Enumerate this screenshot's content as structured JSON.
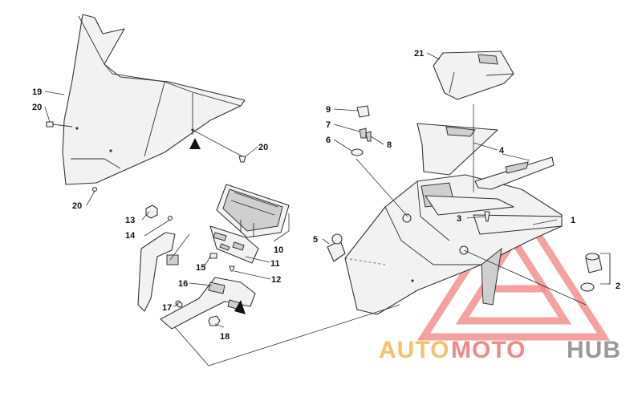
{
  "diagram": {
    "callouts": [
      {
        "id": "c1",
        "label": "1"
      },
      {
        "id": "c2",
        "label": "2"
      },
      {
        "id": "c3",
        "label": "3"
      },
      {
        "id": "c4",
        "label": "4"
      },
      {
        "id": "c5",
        "label": "5"
      },
      {
        "id": "c6",
        "label": "6"
      },
      {
        "id": "c7",
        "label": "7"
      },
      {
        "id": "c8",
        "label": "8"
      },
      {
        "id": "c9",
        "label": "9"
      },
      {
        "id": "c10",
        "label": "10"
      },
      {
        "id": "c11",
        "label": "11"
      },
      {
        "id": "c12",
        "label": "12"
      },
      {
        "id": "c13",
        "label": "13"
      },
      {
        "id": "c14",
        "label": "14"
      },
      {
        "id": "c15",
        "label": "15"
      },
      {
        "id": "c16",
        "label": "16"
      },
      {
        "id": "c17",
        "label": "17"
      },
      {
        "id": "c18",
        "label": "18"
      },
      {
        "id": "c19",
        "label": "19"
      },
      {
        "id": "c20a",
        "label": "20"
      },
      {
        "id": "c20b",
        "label": "20"
      },
      {
        "id": "c20c",
        "label": "20"
      },
      {
        "id": "c21",
        "label": "21"
      }
    ]
  },
  "watermark": {
    "part1": "AUTO",
    "part2": "MOTO",
    "part3": "HUB",
    "colors": {
      "auto": "#f5c16b",
      "moto": "#f08a8a",
      "hub": "#9a9a9a",
      "triangle": "#f08a8a"
    }
  }
}
